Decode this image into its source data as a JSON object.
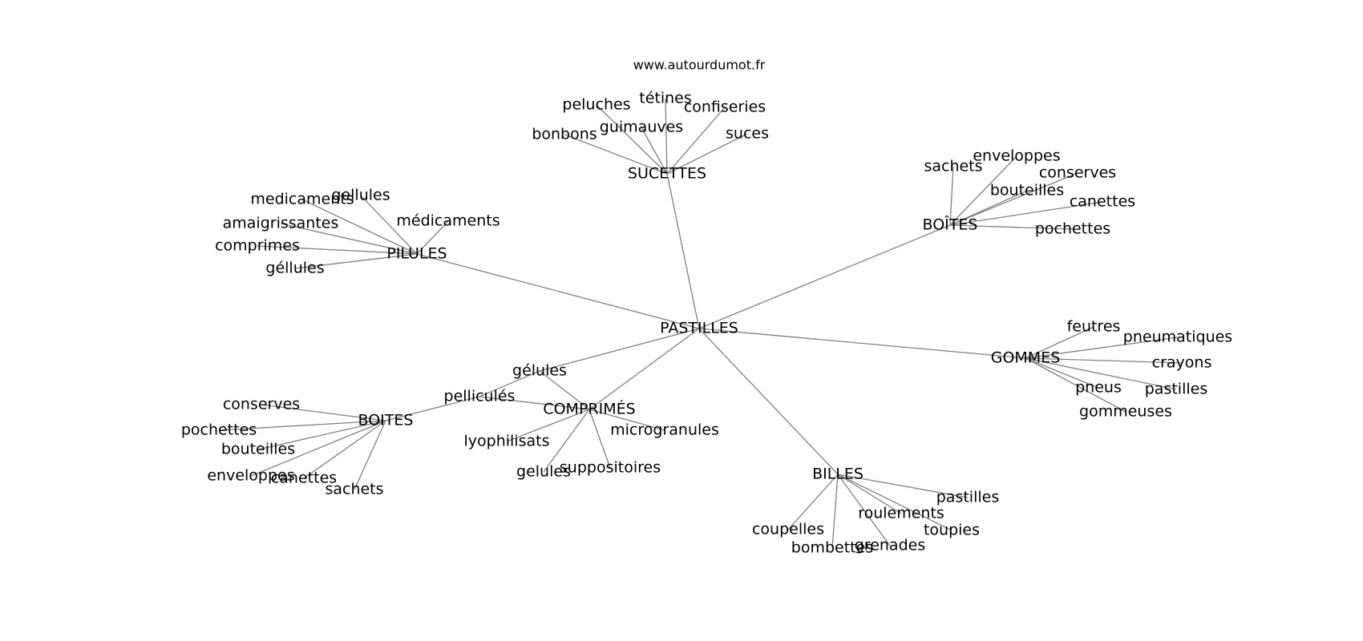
{
  "watermark": "www.autourdumot.fr",
  "nodes": [
    {
      "id": "root",
      "label": "PASTILLES"
    },
    {
      "id": "sucettes",
      "label": "SUCETTES"
    },
    {
      "id": "pilules",
      "label": "PILULES"
    },
    {
      "id": "boites_acc",
      "label": "BOÎTES"
    },
    {
      "id": "gommes",
      "label": "GOMMES"
    },
    {
      "id": "billes",
      "label": "BILLES"
    },
    {
      "id": "comprimes",
      "label": "COMPRIMÉS"
    },
    {
      "id": "gelules_mid",
      "label": "gélules"
    },
    {
      "id": "pellicules",
      "label": "pelliculés"
    },
    {
      "id": "boites",
      "label": "BOITES"
    },
    {
      "id": "s1",
      "label": "peluches"
    },
    {
      "id": "s2",
      "label": "tétines"
    },
    {
      "id": "s3",
      "label": "confiseries"
    },
    {
      "id": "s4",
      "label": "guimauves"
    },
    {
      "id": "s5",
      "label": "bonbons"
    },
    {
      "id": "s6",
      "label": "suces"
    },
    {
      "id": "p1",
      "label": "medicaments"
    },
    {
      "id": "p2",
      "label": "gellules"
    },
    {
      "id": "p3",
      "label": "médicaments"
    },
    {
      "id": "p4",
      "label": "amaigrissantes"
    },
    {
      "id": "p5",
      "label": "comprimes"
    },
    {
      "id": "p6",
      "label": "géllules"
    },
    {
      "id": "b1",
      "label": "sachets"
    },
    {
      "id": "b2",
      "label": "enveloppes"
    },
    {
      "id": "b3",
      "label": "conserves"
    },
    {
      "id": "b4",
      "label": "bouteilles"
    },
    {
      "id": "b5",
      "label": "canettes"
    },
    {
      "id": "b6",
      "label": "pochettes"
    },
    {
      "id": "g1",
      "label": "feutres"
    },
    {
      "id": "g2",
      "label": "pneumatiques"
    },
    {
      "id": "g3",
      "label": "crayons"
    },
    {
      "id": "g4",
      "label": "pneus"
    },
    {
      "id": "g5",
      "label": "pastilles"
    },
    {
      "id": "g6",
      "label": "gommeuses"
    },
    {
      "id": "bi1",
      "label": "pastilles"
    },
    {
      "id": "bi2",
      "label": "roulements"
    },
    {
      "id": "bi3",
      "label": "toupies"
    },
    {
      "id": "bi4",
      "label": "coupelles"
    },
    {
      "id": "bi5",
      "label": "bombettes"
    },
    {
      "id": "bi6",
      "label": "grenades"
    },
    {
      "id": "c1",
      "label": "microgranules"
    },
    {
      "id": "c2",
      "label": "lyophilisats"
    },
    {
      "id": "c3",
      "label": "gelules"
    },
    {
      "id": "c4",
      "label": "suppositoires"
    },
    {
      "id": "bo1",
      "label": "conserves"
    },
    {
      "id": "bo2",
      "label": "pochettes"
    },
    {
      "id": "bo3",
      "label": "bouteilles"
    },
    {
      "id": "bo4",
      "label": "enveloppes"
    },
    {
      "id": "bo5",
      "label": "canettes"
    },
    {
      "id": "bo6",
      "label": "sachets"
    }
  ],
  "edges": [
    [
      "root",
      "sucettes"
    ],
    [
      "root",
      "pilules"
    ],
    [
      "root",
      "boites_acc"
    ],
    [
      "root",
      "gommes"
    ],
    [
      "root",
      "billes"
    ],
    [
      "root",
      "comprimes"
    ],
    [
      "root",
      "gelules_mid"
    ],
    [
      "gelules_mid",
      "pellicules"
    ],
    [
      "gelules_mid",
      "comprimes"
    ],
    [
      "pellicules",
      "boites"
    ],
    [
      "pellicules",
      "comprimes"
    ],
    [
      "sucettes",
      "s1"
    ],
    [
      "sucettes",
      "s2"
    ],
    [
      "sucettes",
      "s3"
    ],
    [
      "sucettes",
      "s4"
    ],
    [
      "sucettes",
      "s5"
    ],
    [
      "sucettes",
      "s6"
    ],
    [
      "pilules",
      "p1"
    ],
    [
      "pilules",
      "p2"
    ],
    [
      "pilules",
      "p3"
    ],
    [
      "pilules",
      "p4"
    ],
    [
      "pilules",
      "p5"
    ],
    [
      "pilules",
      "p6"
    ],
    [
      "boites_acc",
      "b1"
    ],
    [
      "boites_acc",
      "b2"
    ],
    [
      "boites_acc",
      "b3"
    ],
    [
      "boites_acc",
      "b4"
    ],
    [
      "boites_acc",
      "b5"
    ],
    [
      "boites_acc",
      "b6"
    ],
    [
      "gommes",
      "g1"
    ],
    [
      "gommes",
      "g2"
    ],
    [
      "gommes",
      "g3"
    ],
    [
      "gommes",
      "g4"
    ],
    [
      "gommes",
      "g5"
    ],
    [
      "gommes",
      "g6"
    ],
    [
      "billes",
      "bi1"
    ],
    [
      "billes",
      "bi2"
    ],
    [
      "billes",
      "bi3"
    ],
    [
      "billes",
      "bi4"
    ],
    [
      "billes",
      "bi5"
    ],
    [
      "billes",
      "bi6"
    ],
    [
      "comprimes",
      "c1"
    ],
    [
      "comprimes",
      "c2"
    ],
    [
      "comprimes",
      "c3"
    ],
    [
      "comprimes",
      "c4"
    ],
    [
      "boites",
      "bo1"
    ],
    [
      "boites",
      "bo2"
    ],
    [
      "boites",
      "bo3"
    ],
    [
      "boites",
      "bo4"
    ],
    [
      "boites",
      "bo5"
    ],
    [
      "boites",
      "bo6"
    ]
  ],
  "colors": {
    "edge": "#808080",
    "text": "#000000",
    "background": "#ffffff"
  }
}
